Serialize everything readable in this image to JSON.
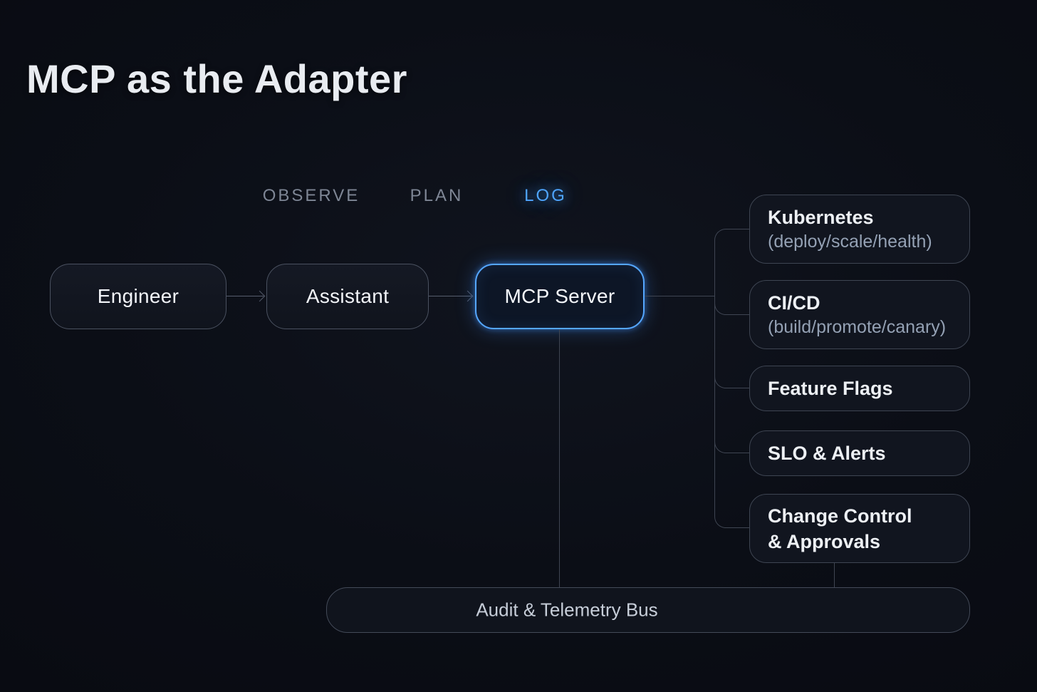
{
  "page": {
    "title": "MCP as the Adapter"
  },
  "phases": [
    {
      "label": "OBSERVE",
      "active": false
    },
    {
      "label": "PLAN",
      "active": false
    },
    {
      "label": "LOG",
      "active": true
    }
  ],
  "flow_nodes": [
    {
      "label": "Engineer"
    },
    {
      "label": "Assistant"
    },
    {
      "label": "MCP Server",
      "highlighted": true
    }
  ],
  "target_nodes": [
    {
      "title": "Kubernetes",
      "subtitle": "(deploy/scale/health)"
    },
    {
      "title": "CI/CD",
      "subtitle": "(build/promote/canary)"
    },
    {
      "title": "Feature Flags"
    },
    {
      "title": "SLO & Alerts"
    },
    {
      "title_line1": "Change Control",
      "title_line2": "& Approvals"
    }
  ],
  "bus": {
    "label": "Audit & Telemetry Bus"
  },
  "colors": {
    "background": "#0b0e16",
    "accent_blue": "#54a7ff",
    "box_border": "#454c5a",
    "connector": "#3f4552",
    "text_primary": "#eef1f5",
    "text_muted": "#94a1b4",
    "label_inactive": "#7e8695"
  }
}
